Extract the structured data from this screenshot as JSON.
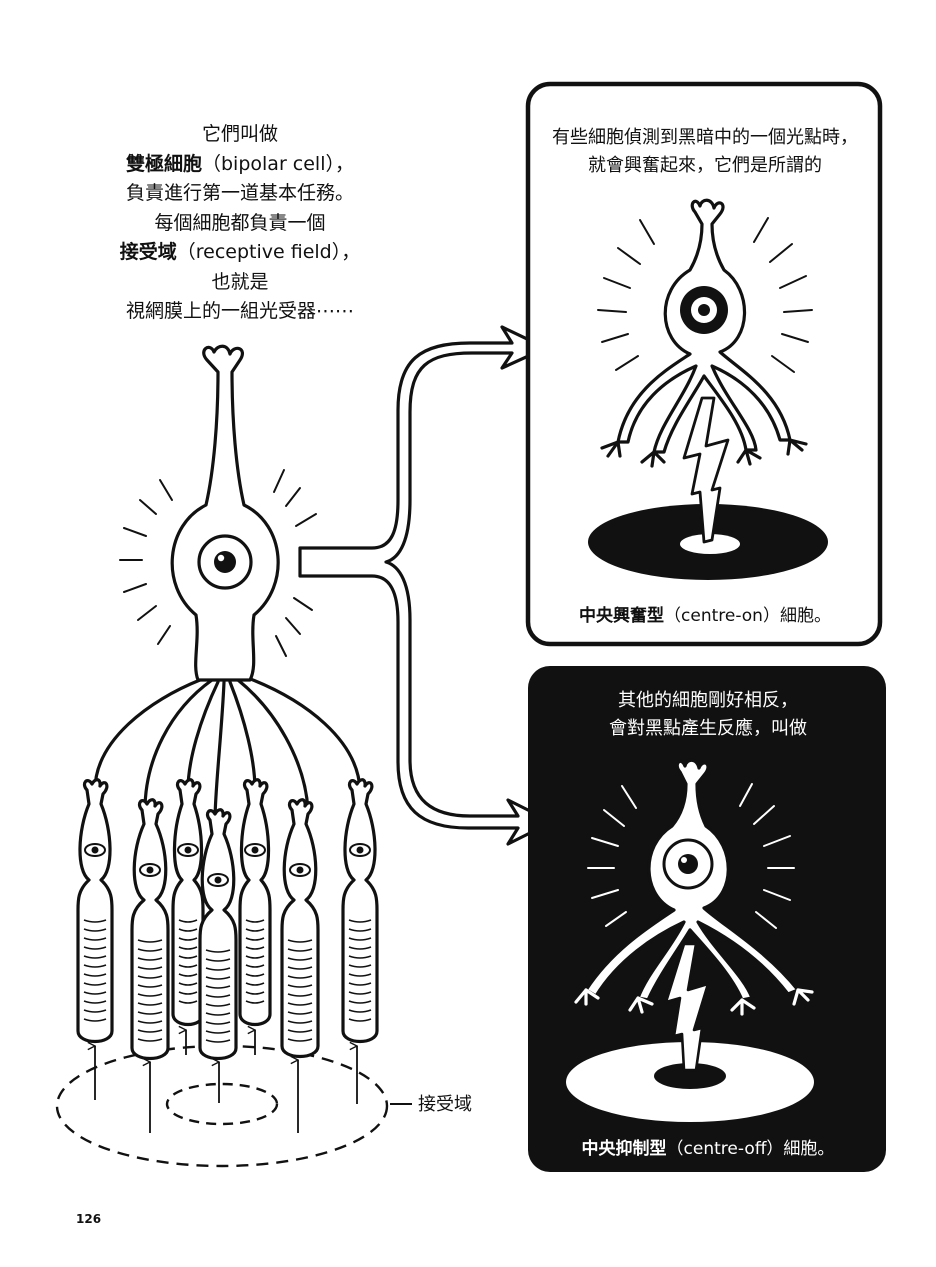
{
  "intro": {
    "line1": "它們叫做",
    "line2_bold": "雙極細胞",
    "line2_rest": "（bipolar cell），",
    "line3": "負責進行第一道基本任務。",
    "line4": "每個細胞都負責一個",
    "line5_bold": "接受域",
    "line5_rest": "（receptive field），",
    "line6": "也就是",
    "line7": "視網膜上的一組光受器⋯⋯"
  },
  "centre_on_panel": {
    "text_line1": "有些細胞偵測到黑暗中的一個光點時，",
    "text_line2": "就會興奮起來，它們是所謂的",
    "caption_bold": "中央興奮型",
    "caption_rest": "（centre-on）細胞。"
  },
  "centre_off_panel": {
    "text_line1": "其他的細胞剛好相反，",
    "text_line2": "會對黑點產生反應，叫做",
    "caption_bold": "中央抑制型",
    "caption_rest": "（centre-off）細胞。"
  },
  "receptive_field_label": "接受域",
  "page_number": "126"
}
